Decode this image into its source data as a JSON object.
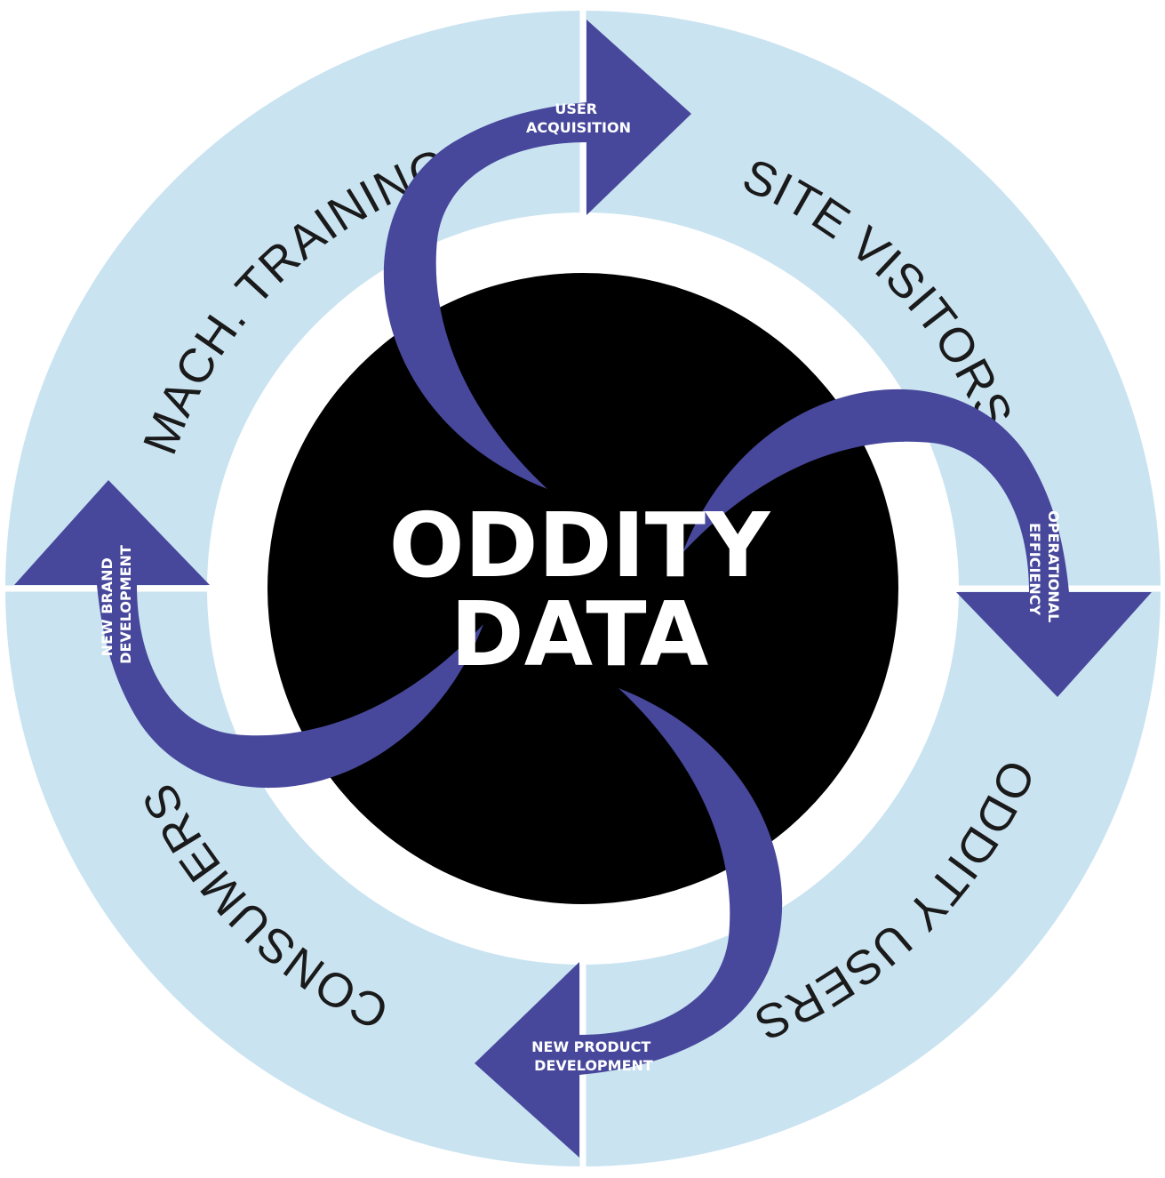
{
  "center": {
    "line1": "ODDITY",
    "line2": "DATA"
  },
  "ring_labels": {
    "top_right": "SITE VISITORS",
    "bottom_right": "ODDITY USERS",
    "bottom_left": "CONSUMERS",
    "top_left": "MACH. TRAINING"
  },
  "arrows": {
    "user_acquisition": {
      "line1": "USER",
      "line2": "ACQUISITION"
    },
    "operational_efficiency": {
      "line1": "OPERATIONAL",
      "line2": "EFFICIENCY"
    },
    "new_product_development": {
      "line1": "NEW PRODUCT",
      "line2": "DEVELOPMENT"
    },
    "new_brand_development": {
      "line1": "NEW BRAND",
      "line2": "DEVELOPMENT"
    }
  },
  "colors": {
    "outer_ring": "#c9e3f1",
    "inner_ring": "#ffffff",
    "core": "#000000",
    "arrow": "#47489b"
  }
}
